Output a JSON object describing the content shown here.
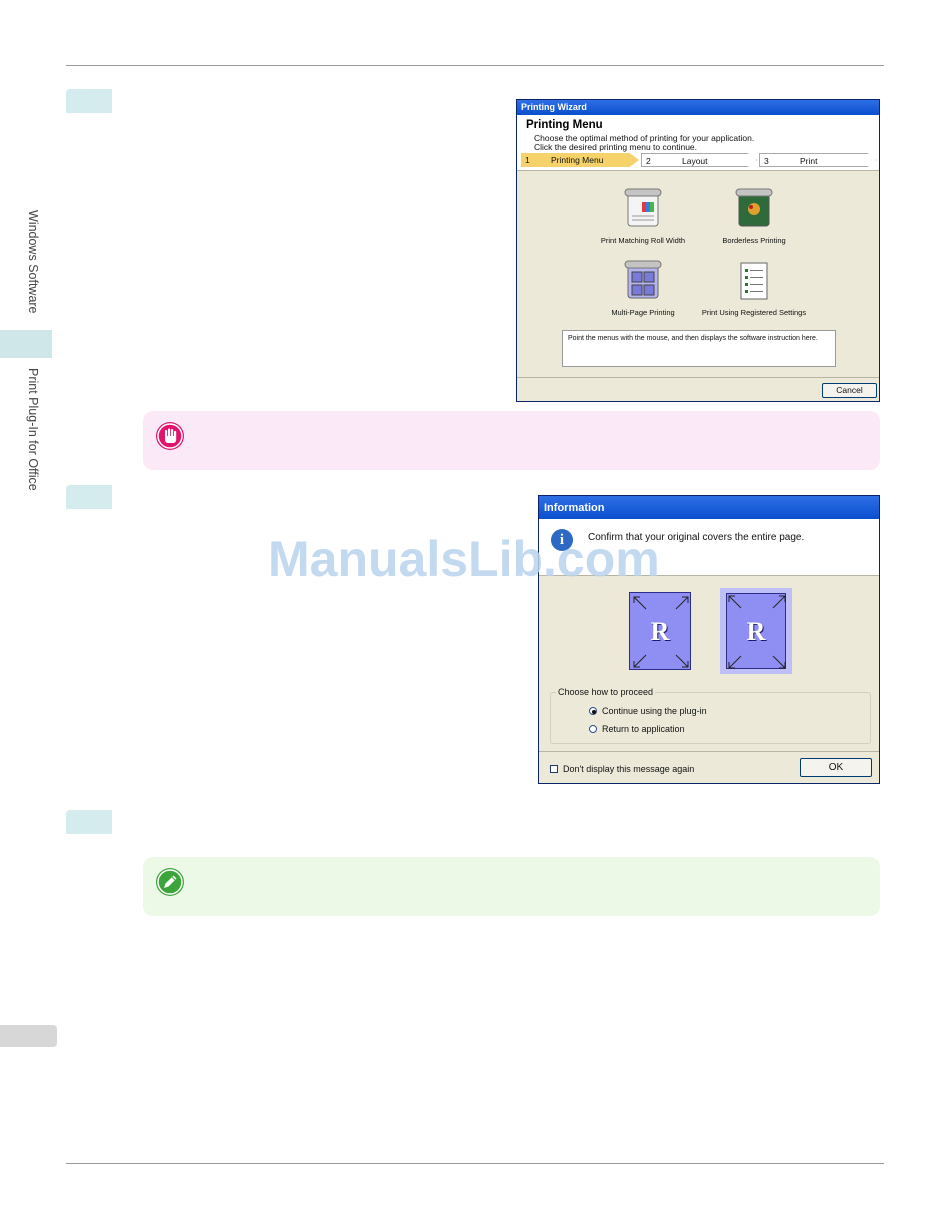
{
  "side_nav": {
    "section": "Windows Software",
    "chapter": "Print Plug-In for Office"
  },
  "watermark": "ManualsLib.com",
  "printing_wizard": {
    "window_title": "Printing Wizard",
    "heading": "Printing Menu",
    "line1": "Choose the optimal method of printing for your application.",
    "line2": "Click the desired printing menu to continue.",
    "steps": [
      {
        "num": "1",
        "label": "Printing Menu"
      },
      {
        "num": "2",
        "label": "Layout"
      },
      {
        "num": "3",
        "label": "Print"
      }
    ],
    "menu_items": [
      {
        "label": "Print Matching Roll Width",
        "icon": "roll-width-icon"
      },
      {
        "label": "Borderless Printing",
        "icon": "borderless-icon"
      },
      {
        "label": "Multi-Page Printing",
        "icon": "multi-page-icon"
      },
      {
        "label": "Print Using Registered Settings",
        "icon": "registered-settings-icon"
      }
    ],
    "info_text": "Point the menus with the mouse, and then displays the software instruction here.",
    "cancel_label": "Cancel"
  },
  "information_dialog": {
    "window_title": "Information",
    "message": "Confirm that your original covers the entire page.",
    "sheet_letter": "R",
    "group_label": "Choose how to proceed",
    "options": [
      {
        "label": "Continue using the plug-in",
        "selected": true
      },
      {
        "label": "Return to application",
        "selected": false
      }
    ],
    "checkbox_label": "Don't display this message again",
    "ok_label": "OK"
  }
}
